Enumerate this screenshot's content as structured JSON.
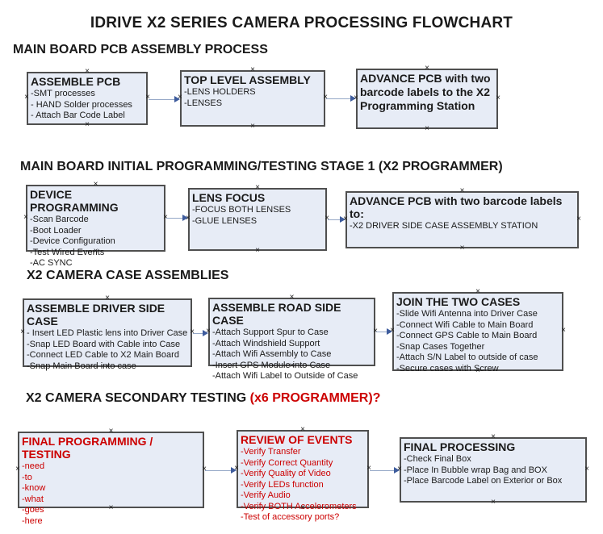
{
  "title": "IDRIVE X2  SERIES CAMERA PROCESSING FLOWCHART",
  "colors": {
    "box_fill": "#e7ecf6",
    "box_border": "#4f4f4f",
    "connector_line": "#94a7c6",
    "arrow_head": "#3e5c9d",
    "red_text": "#cc0000",
    "black_text": "#1a1a1a",
    "background": "#ffffff"
  },
  "sections": [
    {
      "heading": "MAIN BOARD PCB ASSEMBLY PROCESS",
      "boxes": [
        {
          "title": "ASSEMBLE PCB",
          "items": [
            "-SMT processes",
            "- HAND Solder processes",
            "- Attach Bar Code Label"
          ]
        },
        {
          "title": "TOP LEVEL ASSEMBLY",
          "items": [
            "-LENS HOLDERS",
            "-LENSES"
          ]
        },
        {
          "title": "ADVANCE PCB with two barcode labels to the X2 Programming Station",
          "items": []
        }
      ]
    },
    {
      "heading": "MAIN BOARD INITIAL PROGRAMMING/TESTING STAGE 1 (X2 PROGRAMMER)",
      "boxes": [
        {
          "title": "DEVICE PROGRAMMING",
          "items": [
            "-Scan Barcode",
            "-Boot Loader",
            "-Device Configuration",
            "-Test Wired Events",
            "-AC SYNC"
          ]
        },
        {
          "title": "LENS FOCUS",
          "items": [
            "-FOCUS BOTH LENSES",
            "-GLUE LENSES"
          ]
        },
        {
          "title": "ADVANCE PCB with two barcode labels to:",
          "items": [
            "-X2 DRIVER  SIDE  CASE  ASSEMBLY STATION"
          ]
        }
      ]
    },
    {
      "heading": "X2 CAMERA CASE ASSEMBLIES",
      "boxes": [
        {
          "title": "ASSEMBLE DRIVER SIDE CASE",
          "items": [
            "- Insert LED Plastic lens into Driver Case",
            "-Snap LED Board with Cable into Case",
            "-Connect LED Cable to X2 Main Board",
            "-Snap Main Board into case"
          ]
        },
        {
          "title": "ASSEMBLE ROAD SIDE CASE",
          "items": [
            "-Attach Support Spur to Case",
            "-Attach Windshield Support",
            "-Attach Wifi Assembly to Case",
            "-Insert GPS Module into Case",
            "-Attach Wifi Label to Outside of Case"
          ]
        },
        {
          "title": "JOIN THE TWO CASES",
          "items": [
            "-Slide Wifi Antenna into Driver Case",
            "-Connect Wifi Cable to Main Board",
            "-Connect GPS Cable to Main Board",
            "-Snap Cases Together",
            "-Attach S/N Label to outside of case",
            "-Secure cases with Screw"
          ]
        }
      ]
    },
    {
      "heading": "X2 CAMERA SECONDARY TESTING ",
      "heading_red": " (x6 PROGRAMMER)?",
      "boxes": [
        {
          "title": "FINAL PROGRAMMING / TESTING",
          "items": [
            "-need",
            "-to",
            "-know",
            "-what",
            "-goes",
            "-here"
          ]
        },
        {
          "title": "REVIEW OF EVENTS",
          "items": [
            "-Verify Transfer",
            "-Verify Correct Quantity",
            "-Verify Quality of Video",
            "-Verify LEDs function",
            "-Verify Audio",
            "-Verify BOTH Accelerometers",
            "-Test of accessory ports?"
          ]
        },
        {
          "title": "FINAL PROCESSING",
          "items": [
            " -Check Final Box",
            "-Place In Bubble wrap Bag and BOX",
            "-Place Barcode Label on Exterior or Box"
          ]
        }
      ]
    }
  ]
}
